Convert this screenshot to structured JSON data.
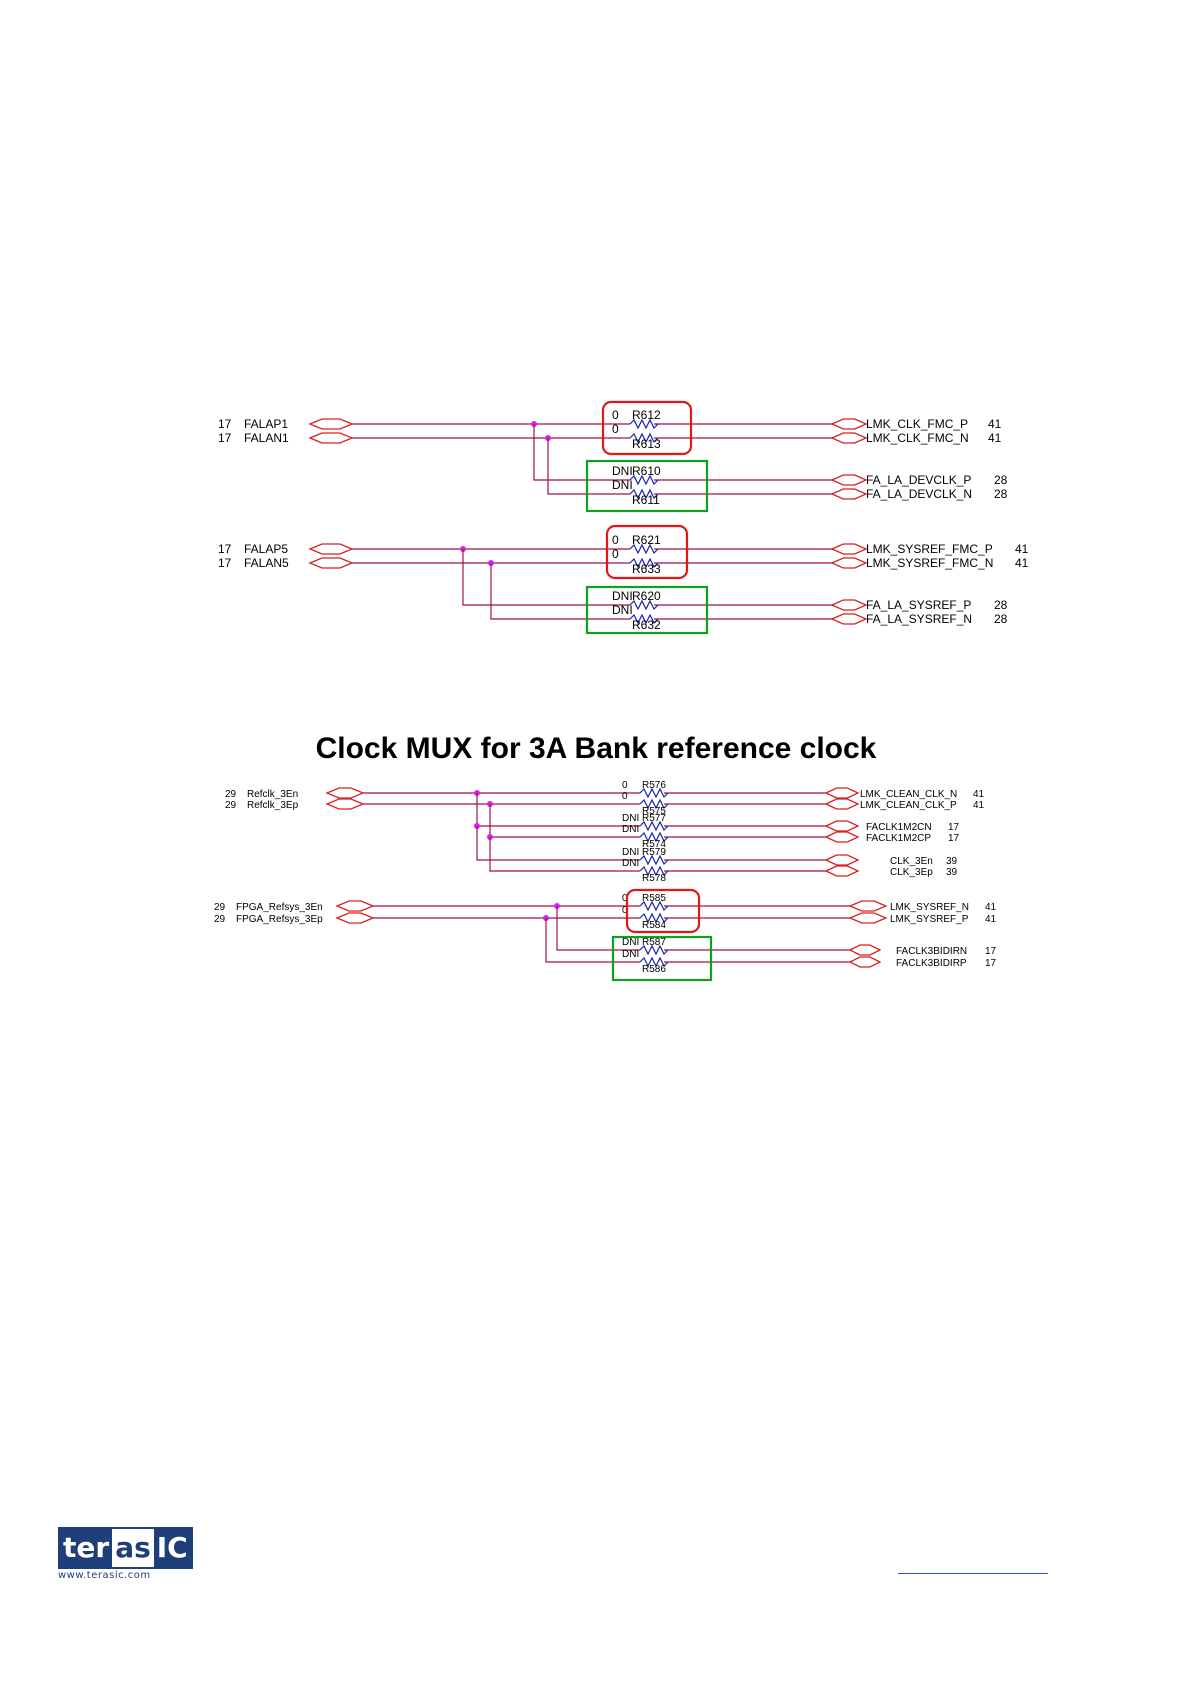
{
  "title": "Clock MUX for 3A Bank reference clock",
  "logo": {
    "part1": "ter",
    "part2": "as",
    "part3": "IC",
    "url": "www.terasic.com"
  },
  "colors": {
    "wire": "#a01050",
    "port": "#d62020",
    "junction": "#e020e0",
    "resistor": "#1a22b0",
    "highlight_red": "#e01818",
    "highlight_green": "#10a020"
  },
  "diagram1": {
    "groupA": {
      "inputs": [
        {
          "sheet": "17",
          "name": "FALAP1"
        },
        {
          "sheet": "17",
          "name": "FALAN1"
        }
      ],
      "outputs_main": [
        {
          "name": "LMK_CLK_FMC_P",
          "sheet": "41"
        },
        {
          "name": "LMK_CLK_FMC_N",
          "sheet": "41"
        }
      ],
      "outputs_alt": [
        {
          "name": "FA_LA_DEVCLK_P",
          "sheet": "28"
        },
        {
          "name": "FA_LA_DEVCLK_N",
          "sheet": "28"
        }
      ],
      "res_main": {
        "val1": "0",
        "ref1": "R612",
        "val2": "0",
        "ref2": "R613"
      },
      "res_alt": {
        "val1": "DNI",
        "ref1": "R610",
        "val2": "DNI",
        "ref2": "R611"
      }
    },
    "groupB": {
      "inputs": [
        {
          "sheet": "17",
          "name": "FALAP5"
        },
        {
          "sheet": "17",
          "name": "FALAN5"
        }
      ],
      "outputs_main": [
        {
          "name": "LMK_SYSREF_FMC_P",
          "sheet": "41"
        },
        {
          "name": "LMK_SYSREF_FMC_N",
          "sheet": "41"
        }
      ],
      "outputs_alt": [
        {
          "name": "FA_LA_SYSREF_P",
          "sheet": "28"
        },
        {
          "name": "FA_LA_SYSREF_N",
          "sheet": "28"
        }
      ],
      "res_main": {
        "val1": "0",
        "ref1": "R621",
        "val2": "0",
        "ref2": "R633"
      },
      "res_alt": {
        "val1": "DNI",
        "ref1": "R620",
        "val2": "DNI",
        "ref2": "R632"
      }
    }
  },
  "diagram2": {
    "groupA": {
      "inputs": [
        {
          "sheet": "29",
          "name": "Refclk_3En"
        },
        {
          "sheet": "29",
          "name": "Refclk_3Ep"
        }
      ],
      "outputs1": [
        {
          "name": "LMK_CLEAN_CLK_N",
          "sheet": "41"
        },
        {
          "name": "LMK_CLEAN_CLK_P",
          "sheet": "41"
        }
      ],
      "outputs2": [
        {
          "name": "FACLK1M2CN",
          "sheet": "17"
        },
        {
          "name": "FACLK1M2CP",
          "sheet": "17"
        }
      ],
      "outputs3": [
        {
          "name": "CLK_3En",
          "sheet": "39"
        },
        {
          "name": "CLK_3Ep",
          "sheet": "39"
        }
      ],
      "res1": {
        "val1": "0",
        "ref1": "R576",
        "val2": "0",
        "ref2": "R575"
      },
      "res2": {
        "val1": "DNI",
        "ref1": "R577",
        "val2": "DNI",
        "ref2": "R574"
      },
      "res3": {
        "val1": "DNI",
        "ref1": "R579",
        "val2": "DNI",
        "ref2": "R578"
      }
    },
    "groupB": {
      "inputs": [
        {
          "sheet": "29",
          "name": "FPGA_Refsys_3En"
        },
        {
          "sheet": "29",
          "name": "FPGA_Refsys_3Ep"
        }
      ],
      "outputs_main": [
        {
          "name": "LMK_SYSREF_N",
          "sheet": "41"
        },
        {
          "name": "LMK_SYSREF_P",
          "sheet": "41"
        }
      ],
      "outputs_alt": [
        {
          "name": "FACLK3BIDIRN",
          "sheet": "17"
        },
        {
          "name": "FACLK3BIDIRP",
          "sheet": "17"
        }
      ],
      "res_main": {
        "val1": "0",
        "ref1": "R585",
        "val2": "0",
        "ref2": "R584"
      },
      "res_alt": {
        "val1": "DNI",
        "ref1": "R587",
        "val2": "DNI",
        "ref2": "R586"
      }
    }
  }
}
